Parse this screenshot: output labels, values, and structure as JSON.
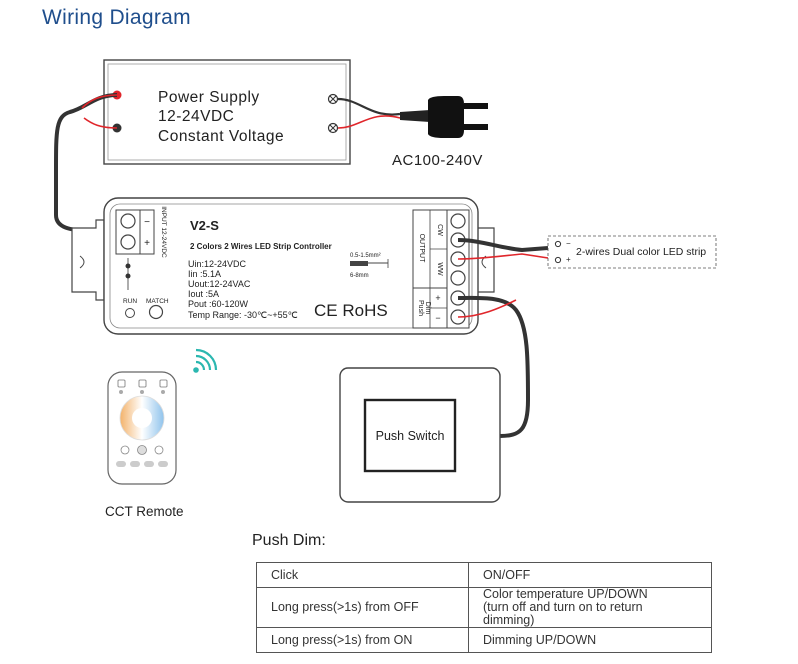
{
  "title": "Wiring Diagram",
  "power_supply": {
    "line1": "Power Supply",
    "line2": "12-24VDC",
    "line3": "Constant Voltage"
  },
  "ac_label": "AC100-240V",
  "controller": {
    "model": "V2-S",
    "subtitle": "2 Colors 2 Wires LED Strip Controller",
    "specs": [
      "Uin:12-24VDC",
      "Iin :5.1A",
      "Uout:12-24VAC",
      "Iout :5A",
      "Pout :60-120W",
      "Temp Range: -30℃~+55℃"
    ],
    "input_label": "INPUT 12-24VDC",
    "output_label": "OUTPUT",
    "cw_label": "CW",
    "ww_label": "WW",
    "push_label": "Push",
    "dim_label": "Dim",
    "run_label": "RUN",
    "match_label": "MATCH",
    "cert_label": "CE RoHS",
    "wire_gauge": "0.5-1.5mm²",
    "strip_length": "6-8mm",
    "minus": "−",
    "plus": "+",
    "push_minus": "−",
    "push_plus": "+"
  },
  "strip_label": "2-wires Dual color LED strip",
  "strip_minus": "−",
  "strip_plus": "+",
  "push_switch_label": "Push Switch",
  "remote_label": "CCT Remote",
  "push_dim": {
    "heading": "Push Dim:",
    "rows": [
      {
        "action": "Click",
        "result": "ON/OFF"
      },
      {
        "action": "Long press(>1s) from OFF",
        "result": "Color temperature UP/DOWN",
        "result2": "(turn off and turn on to return dimming)"
      },
      {
        "action": "Long press(>1s) from ON",
        "result": "Dimming UP/DOWN"
      }
    ]
  },
  "colors": {
    "title": "#1f4e8c",
    "wire_red": "#e0262b",
    "wire_black": "#333333",
    "wifi": "#2bb7b0"
  }
}
